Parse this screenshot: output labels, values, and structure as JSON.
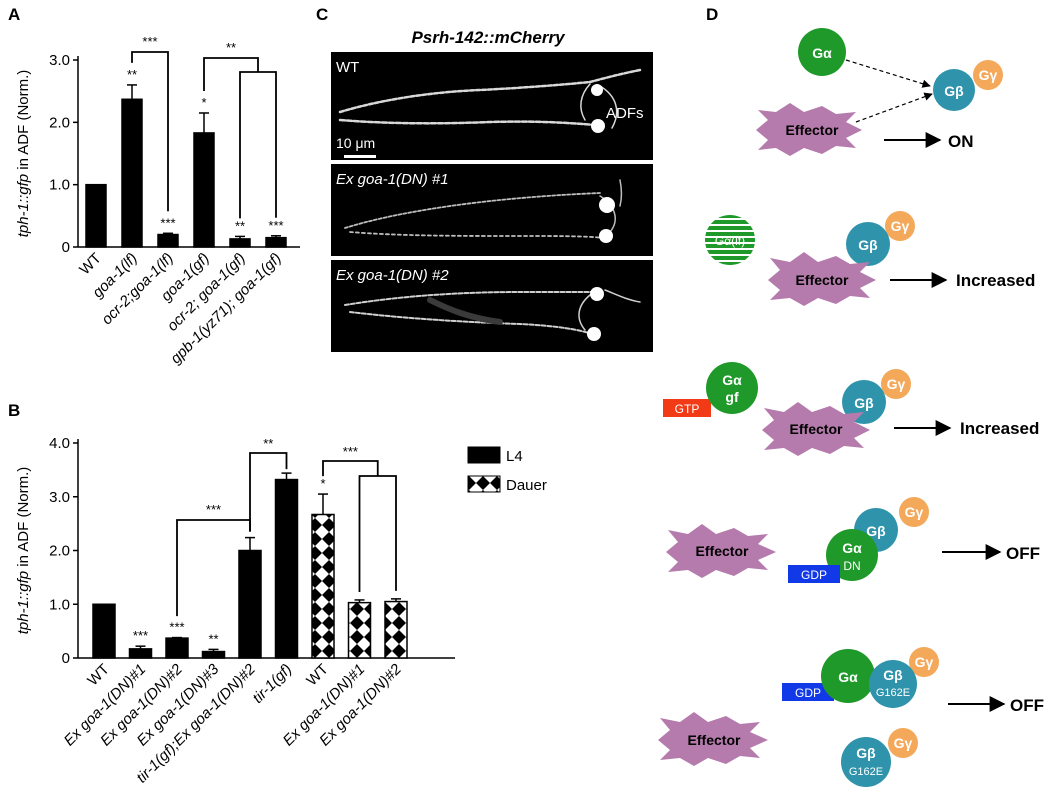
{
  "panels": {
    "a": "A",
    "b": "B",
    "c": "C",
    "d": "D"
  },
  "panel_c": {
    "title": "Psrh-142::mCherry",
    "images": [
      {
        "label": "WT",
        "annotation": "ADFs",
        "scale": "10 μm"
      },
      {
        "label": "Ex goa-1(DN) #1"
      },
      {
        "label": "Ex goa-1(DN) #2"
      }
    ]
  },
  "panel_d": {
    "ga": "Gα",
    "gb": "Gβ",
    "gg": "Gγ",
    "effector": "Effector",
    "ga_lf": "Gα(lf)",
    "gtp": "GTP",
    "gf": "gf",
    "gdp": "GDP",
    "dn": "DN",
    "g162e": "G162E",
    "on": "ON",
    "increased": "Increased",
    "off": "OFF"
  },
  "chart_data": [
    {
      "type": "bar",
      "ylabel_gene": "tph-1::gfp",
      "ylabel_rest": " in ADF (Norm.)",
      "ylim": [
        0,
        3.0
      ],
      "yticks": [
        "0",
        "1.0",
        "2.0",
        "3.0"
      ],
      "categories": [
        "WT",
        "goa-1(lf)",
        "ocr-2;goa-1(lf)",
        "goa-1(gf)",
        "ocr-2; goa-1(gf)",
        "gpb-1(yz71); goa-1(gf)"
      ],
      "values": [
        1.0,
        2.37,
        0.2,
        1.83,
        0.13,
        0.15
      ],
      "errors": [
        0,
        0.23,
        0.02,
        0.32,
        0.04,
        0.03
      ],
      "stars": [
        "",
        "**",
        "***",
        "*",
        "**",
        "***"
      ],
      "brackets": [
        "***",
        "**"
      ]
    },
    {
      "type": "bar",
      "ylabel_gene": "tph-1::gfp",
      "ylabel_rest": " in ADF (Norm.)",
      "ylim": [
        0,
        4.0
      ],
      "yticks": [
        "0",
        "1.0",
        "2.0",
        "3.0",
        "4.0"
      ],
      "categories": [
        "WT",
        "Ex goa-1(DN)#1",
        "Ex goa-1(DN)#2",
        "Ex goa-1(DN)#3",
        "tir-1(gf);Ex goa-1(DN)#2",
        "tir-1(gf)",
        "WT",
        "Ex goa-1(DN)#1",
        "Ex goa-1(DN)#2"
      ],
      "values": [
        1.0,
        0.17,
        0.37,
        0.12,
        2.0,
        3.32,
        2.67,
        1.03,
        1.05
      ],
      "errors": [
        0,
        0.05,
        0.01,
        0.04,
        0.24,
        0.12,
        0.38,
        0.05,
        0.05
      ],
      "stars": [
        "",
        "***",
        "***",
        "**",
        "",
        "",
        "*",
        "",
        ""
      ],
      "series": [
        {
          "name": "L4",
          "fill": "#000000"
        },
        {
          "name": "Dauer",
          "fill": "checker"
        }
      ],
      "brackets": [
        "***",
        "**",
        "***"
      ]
    }
  ]
}
